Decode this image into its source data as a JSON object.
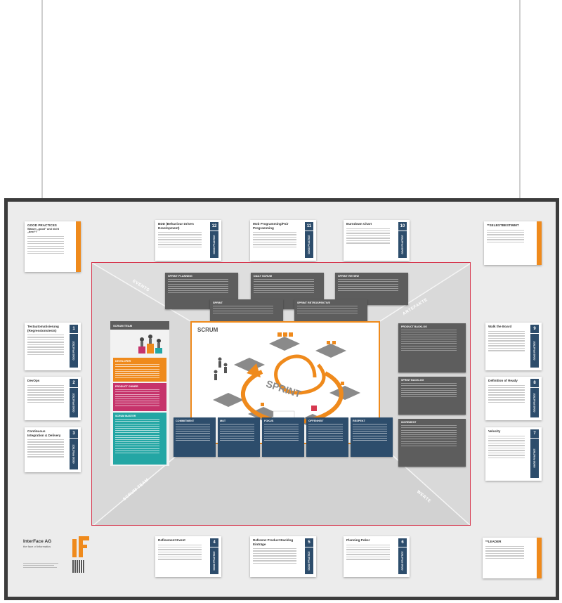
{
  "zone_labels": [
    "EVENTS",
    "ARTEFAKTE",
    "SCRUM TEAM",
    "WERTE"
  ],
  "center": {
    "title": "SCRUM",
    "sprint": "SPRINT"
  },
  "top_cards": [
    {
      "title": "BDD (Behaviour Driven Development)",
      "num": "12"
    },
    {
      "title": "Mob Programming/Pair Programming",
      "num": "11"
    },
    {
      "title": "Burndown Chart",
      "num": "10"
    }
  ],
  "bottom_cards": [
    {
      "title": "Refinement Event",
      "num": "4"
    },
    {
      "title": "Referenz Product Backlog Einträge",
      "num": "5"
    },
    {
      "title": "Planning Poker",
      "num": "6"
    }
  ],
  "left_cards": [
    {
      "title": "Testautomatisierung (Regressionstests)",
      "num": "1"
    },
    {
      "title": "DevOps",
      "num": "2"
    },
    {
      "title": "Continuous Integration & Delivery",
      "num": "3"
    }
  ],
  "right_cards": [
    {
      "title": "Walk the Board",
      "num": "9"
    },
    {
      "title": "Definition of Ready",
      "num": "8"
    },
    {
      "title": "Velocity",
      "num": "7"
    }
  ],
  "gp_label": "GOOD PRACTICE",
  "corner_cards": {
    "tl": {
      "title": "GOOD PRACTICES",
      "sub": "Warum „good“ und nicht „best“?"
    },
    "tr": {
      "title": "**SELBSTBESTIMMT"
    },
    "br": {
      "title": "**LEADER"
    }
  },
  "events": [
    {
      "title": "SPRINT PLANNING"
    },
    {
      "title": "DAILY SCRUM"
    },
    {
      "title": "SPRINT REVIEW"
    },
    {
      "title": "SPRINT"
    },
    {
      "title": "SPRINT RETROSPEKTIVE"
    }
  ],
  "team": {
    "header": "SCRUM TEAM",
    "roles": [
      {
        "title": "DEVELOPER"
      },
      {
        "title": "PRODUCT OWNER"
      },
      {
        "title": "SCRUM MASTER"
      }
    ]
  },
  "artefacts": [
    {
      "title": "PRODUCT BACKLOG"
    },
    {
      "title": "SPRINT BACKLOG"
    },
    {
      "title": "INCREMENT"
    }
  ],
  "values": [
    {
      "title": "COMMITMENT"
    },
    {
      "title": "MUT"
    },
    {
      "title": "FOKUS"
    },
    {
      "title": "OFFENHEIT"
    },
    {
      "title": "RESPEKT"
    }
  ],
  "logo": {
    "name": "InterFace AG",
    "tagline": "the face of informatics"
  },
  "colors": {
    "orange": "#ef8a1c",
    "navy": "#2d4d6c",
    "red": "#d6384f",
    "grey": "#5d5d5d",
    "teal": "#23a6a4",
    "magenta": "#c6336b"
  }
}
